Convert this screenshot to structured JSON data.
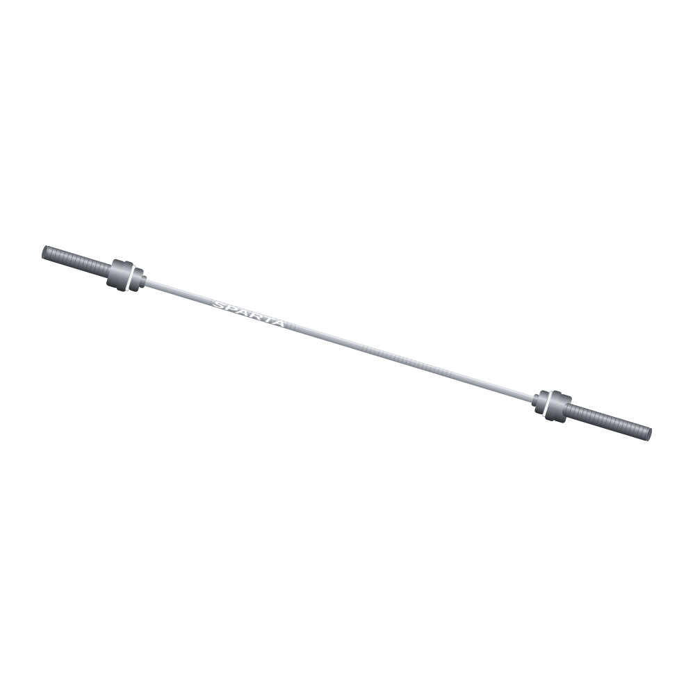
{
  "scene": {
    "subject": "olympic-barbell",
    "background_color": "#ffffff"
  },
  "barbell": {
    "finish": "brushed-steel",
    "colors": {
      "sleeve_dark": "#3a3d42",
      "sleeve_mid": "#7b7f86",
      "sleeve_light": "#c8ccd2",
      "shaft_dark": "#8e9299",
      "shaft_light": "#e2e5e9",
      "collar_ring_white": "#f5f5f5"
    },
    "logo_text": "SPARTA"
  }
}
